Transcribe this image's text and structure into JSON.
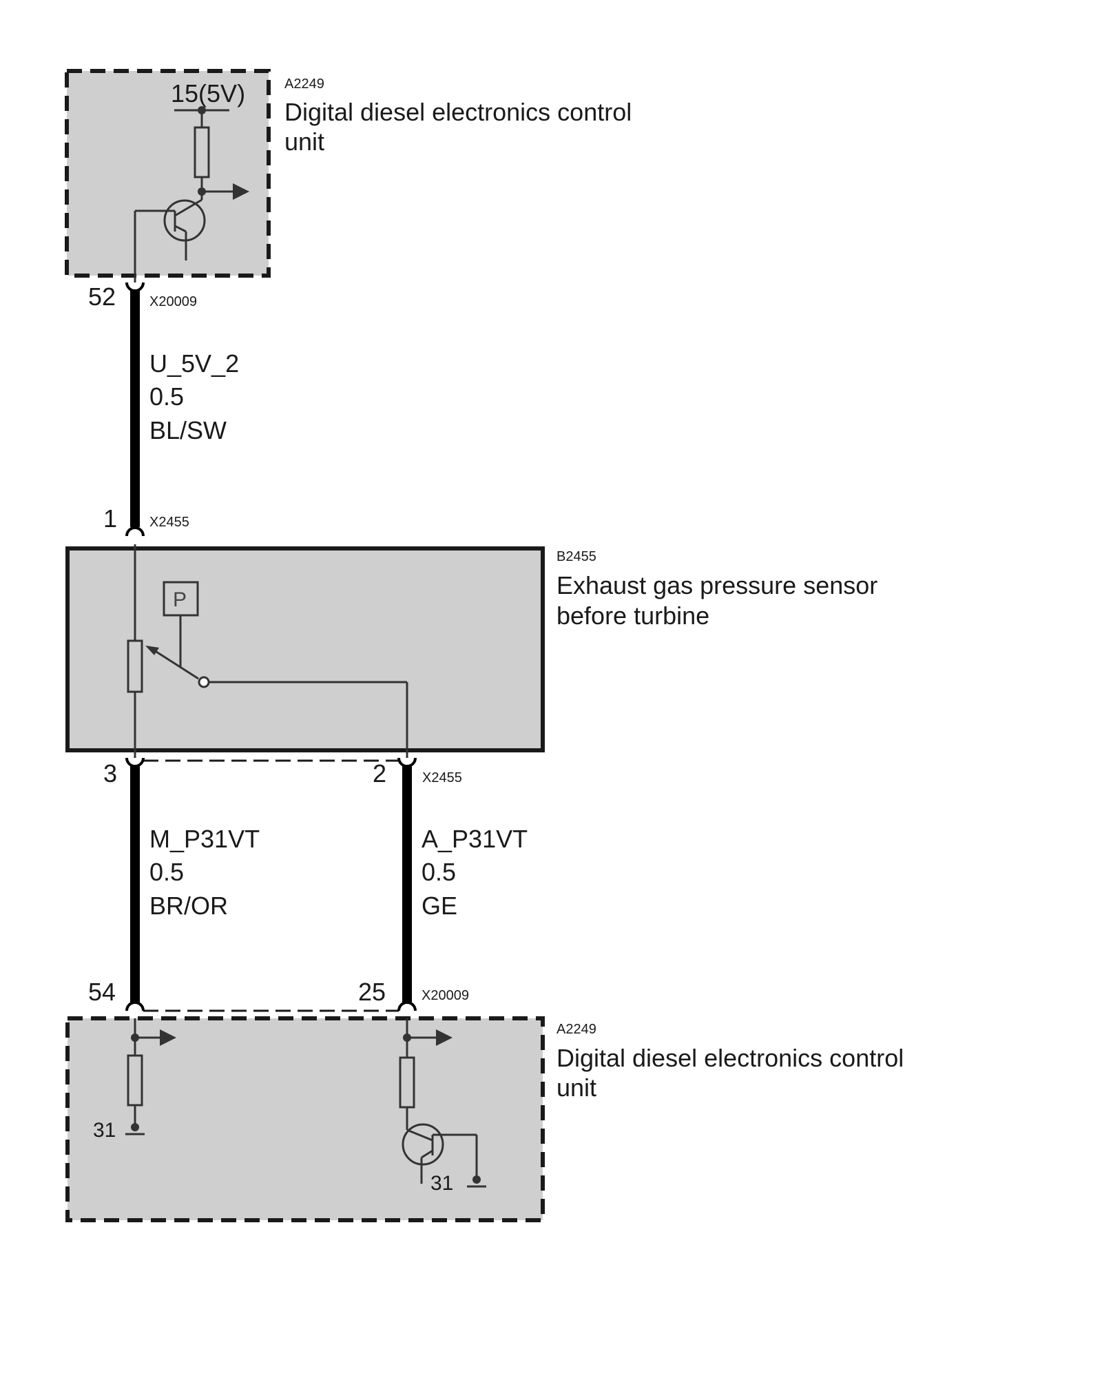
{
  "ecu_top": {
    "id": "A2249",
    "title_line1": "Digital diesel electronics control",
    "title_line2": "unit",
    "supply_label": "15(5V)"
  },
  "sensor": {
    "id": "B2455",
    "title_line1": "Exhaust gas pressure sensor",
    "title_line2": "before turbine",
    "symbol_label": "P"
  },
  "ecu_bottom": {
    "id": "A2249",
    "title_line1": "Digital diesel electronics control",
    "title_line2": "unit",
    "ground_left": "31",
    "ground_right": "31"
  },
  "connectors": {
    "ecu_top_pin": "52",
    "ecu_top_conn": "X20009",
    "sensor_pin_top": "1",
    "sensor_conn_top": "X2455",
    "sensor_pin_bottom_left": "3",
    "sensor_pin_bottom_right": "2",
    "sensor_conn_bottom": "X2455",
    "ecu_bottom_pin_left": "54",
    "ecu_bottom_pin_right": "25",
    "ecu_bottom_conn": "X20009"
  },
  "wires": {
    "top": {
      "signal": "U_5V_2",
      "size": "0.5",
      "color": "BL/SW"
    },
    "left": {
      "signal": "M_P31VT",
      "size": "0.5",
      "color": "BR/OR"
    },
    "right": {
      "signal": "A_P31VT",
      "size": "0.5",
      "color": "GE"
    }
  }
}
